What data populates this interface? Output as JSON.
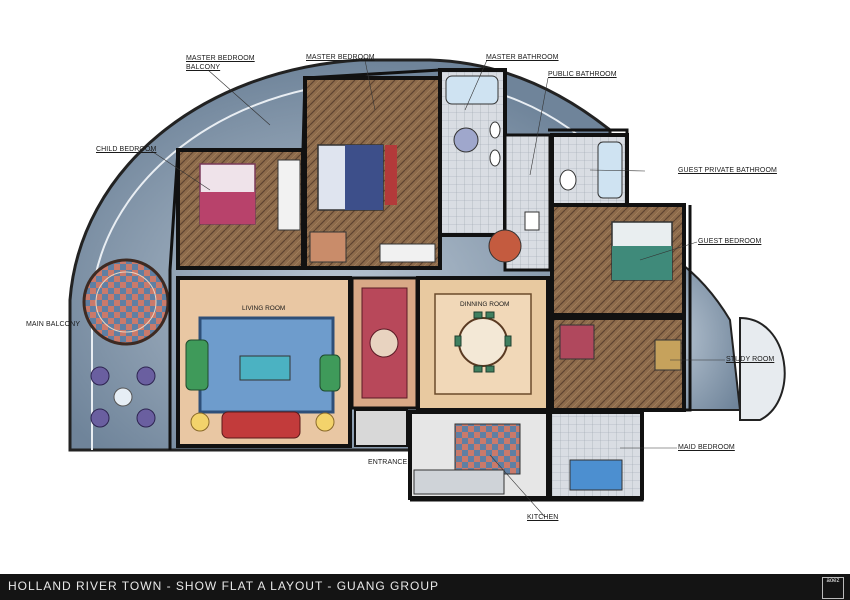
{
  "rooms": {
    "master_bedroom_balcony": "MASTER BEDROOM\nBALCONY",
    "master_bedroom": "MASTER BEDROOM",
    "master_bathroom": "MASTER BATHROOM",
    "public_bathroom": "PUBLIC BATHROOM",
    "child_bedroom": "CHILD BEDROOM",
    "guest_private_bathroom": "GUEST PRIVATE BATHROOM",
    "guest_bedroom": "GUEST BEDROOM",
    "main_balcony": "MAIN BALCONY",
    "living_room": "LIVING ROOM",
    "dinning_room": "DINNING ROOM",
    "study_room": "STUDY ROOM",
    "maid_bedroom": "MAID BEDROOM",
    "entrance": "ENTRANCE",
    "kitchen": "KITCHEN"
  },
  "footer": {
    "title": "HOLLAND RIVER TOWN - SHOW FLAT A LAYOUT - GUANG GROUP",
    "logo": "aoez"
  },
  "colors": {
    "wall": "#111111",
    "wood_floor": "#8a6a4a",
    "balcony": "#7d93a8",
    "carpet_blue": "#6e9ccc",
    "tile": "#e8c9a0",
    "footer_bg": "#141414"
  }
}
